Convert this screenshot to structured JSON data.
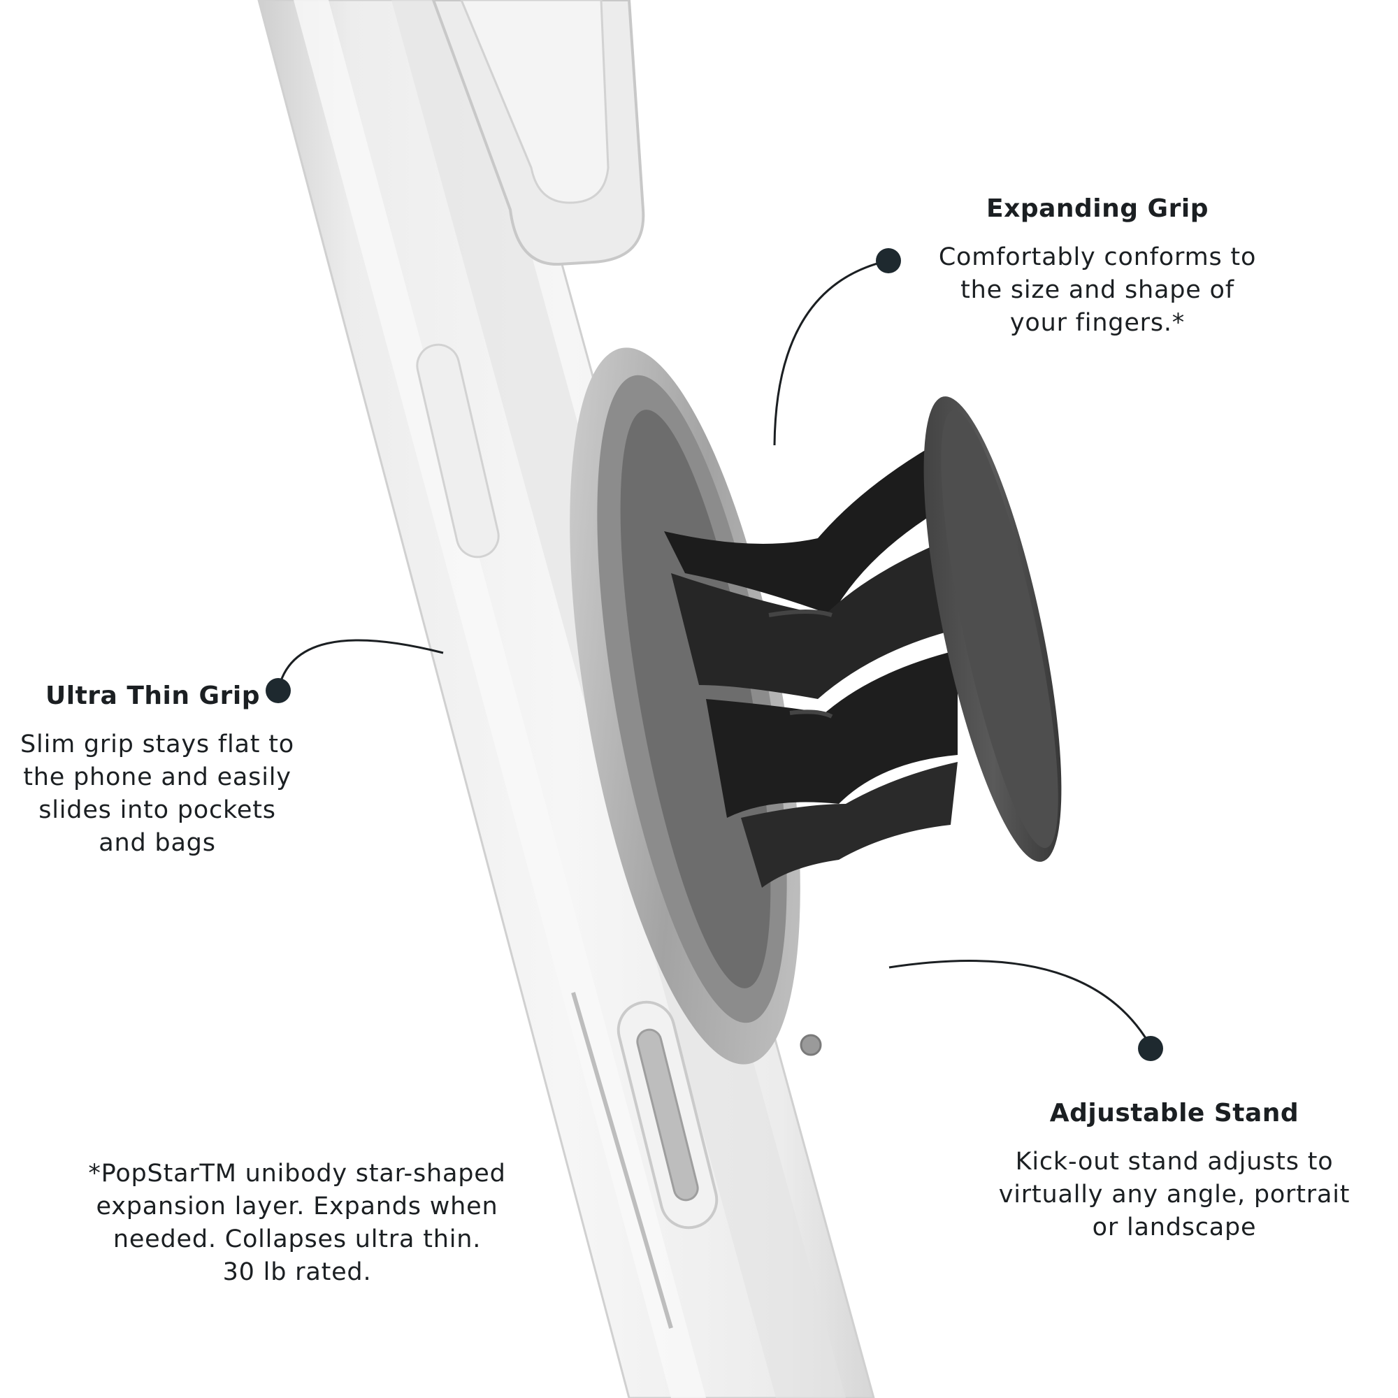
{
  "colors": {
    "background": "#ffffff",
    "text": "#1b1f22",
    "callout_dot": "#1e292f",
    "callout_line": "#1b1f22",
    "case_clear": "#e6e6e6",
    "grip_black": "#1c1c1c",
    "ring_silver": "#a8a8a8"
  },
  "features": {
    "expanding_grip": {
      "title": "Expanding Grip",
      "description_lines": [
        "Comfortably conforms to",
        "the size and shape of",
        "your fingers.*"
      ]
    },
    "ultra_thin_grip": {
      "title": "Ultra Thin Grip",
      "description_lines": [
        "Slim grip stays flat to",
        "the phone and easily",
        "slides into pockets",
        "and bags"
      ]
    },
    "adjustable_stand": {
      "title": "Adjustable Stand",
      "description_lines": [
        "Kick-out stand adjusts to",
        "virtually any angle, portrait",
        "or landscape"
      ]
    }
  },
  "footnote": {
    "lines": [
      "*PopStarTM unibody star-shaped",
      "expansion layer. Expands when",
      "needed. Collapses ultra thin.",
      "30 lb rated."
    ]
  },
  "icons": [
    "callout-dot-icon",
    "phone-case-illustration",
    "expanding-grip-illustration"
  ]
}
